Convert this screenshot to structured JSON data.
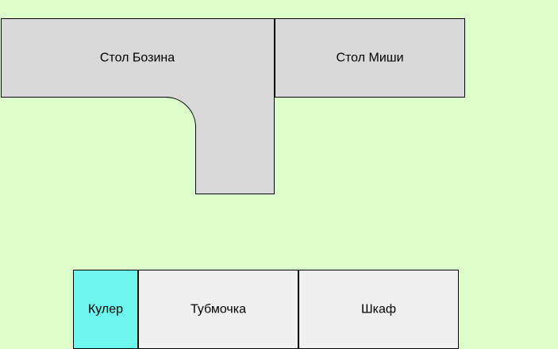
{
  "colors": {
    "background": "#dcffcc",
    "desk_fill": "#d9d9d9",
    "cabinet_fill": "#f0f0f0",
    "cooler_fill": "#6ef7ee",
    "outline": "#000000"
  },
  "furniture": {
    "desk_bozin": {
      "label": "Стол Бозина"
    },
    "desk_misha": {
      "label": "Стол Миши"
    },
    "cooler": {
      "label": "Кулер"
    },
    "nightstand": {
      "label": "Тубмочка"
    },
    "wardrobe": {
      "label": "Шкаф"
    }
  }
}
